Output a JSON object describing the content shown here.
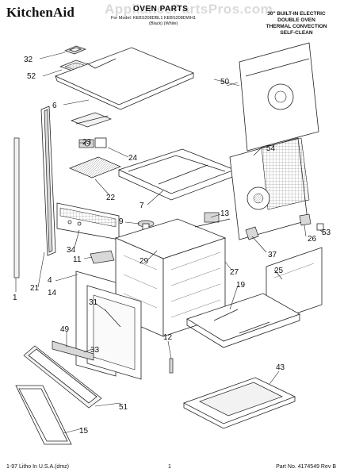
{
  "header": {
    "brand": "KitchenAid",
    "doc_title": "OVEN PARTS",
    "doc_subtitle_line1": "For Model: KEBS208DBL1 KEBS208DWH1",
    "doc_subtitle_line2": "(Black)  (White)",
    "model_description": [
      "30\" BUILT-IN ELECTRIC",
      "DOUBLE OVEN",
      "THERMAL CONVECTION",
      "SELF-CLEAN"
    ],
    "watermark": "AppliancePartsPros.com"
  },
  "callouts": [
    "32",
    "52",
    "6",
    "23",
    "24",
    "22",
    "7",
    "9",
    "34",
    "11",
    "4",
    "1",
    "21",
    "14",
    "31",
    "49",
    "51",
    "15",
    "50",
    "54",
    "13",
    "26",
    "53",
    "37",
    "27",
    "29",
    "25",
    "19",
    "12",
    "43",
    "33"
  ],
  "footer": {
    "left": "1-97 Litho In U.S.A.(dmz)",
    "page": "1",
    "part": "Part No. 4174549 Rev B"
  },
  "colors": {
    "ink": "#222222",
    "paper": "#ffffff",
    "shade": "#d8d8d8"
  }
}
